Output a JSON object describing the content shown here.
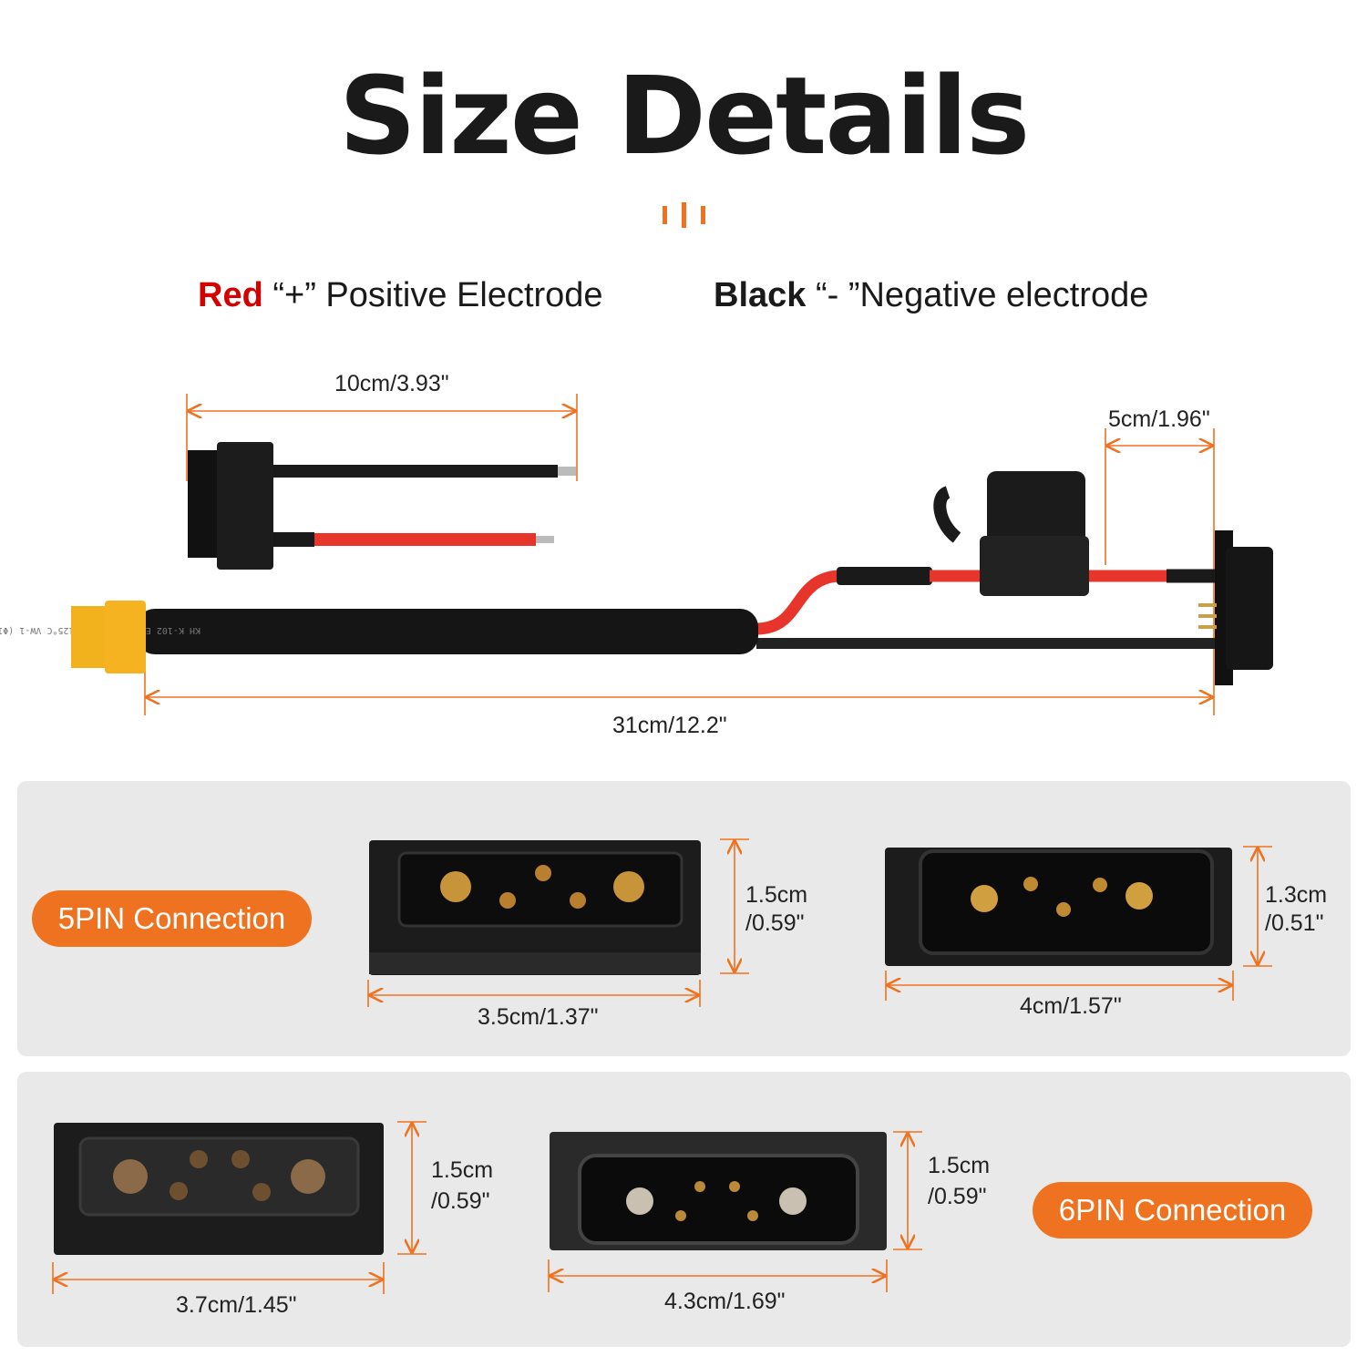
{
  "title": "Size Details",
  "legend": {
    "positive_color_word": "Red",
    "positive_text": "“+” Positive Electrode",
    "negative_color_word": "Black",
    "negative_text": "“- ”Negative electrode"
  },
  "cable_dimensions": {
    "pigtail_length": "10cm/3.93\"",
    "fuse_to_connector": "5cm/1.96\"",
    "total_length": "31cm/12.2\""
  },
  "panel_5pin": {
    "label": "5PIN Connection",
    "connector_a": {
      "width": "3.5cm/1.37\"",
      "height_cm": "1.5cm",
      "height_in": "/0.59\""
    },
    "connector_b": {
      "width": "4cm/1.57\"",
      "height_cm": "1.3cm",
      "height_in": "/0.51\""
    }
  },
  "panel_6pin": {
    "label": "6PIN Connection",
    "connector_a": {
      "width": "3.7cm/1.45\"",
      "height_cm": "1.5cm",
      "height_in": "/0.59\""
    },
    "connector_b": {
      "width": "4.3cm/1.69\"",
      "height_cm": "1.5cm",
      "height_in": "/0.59\""
    }
  },
  "colors": {
    "accent": "#ef7220",
    "positive": "#d40000",
    "wire_red": "#e8352b",
    "panel": "#e9e9e9"
  }
}
